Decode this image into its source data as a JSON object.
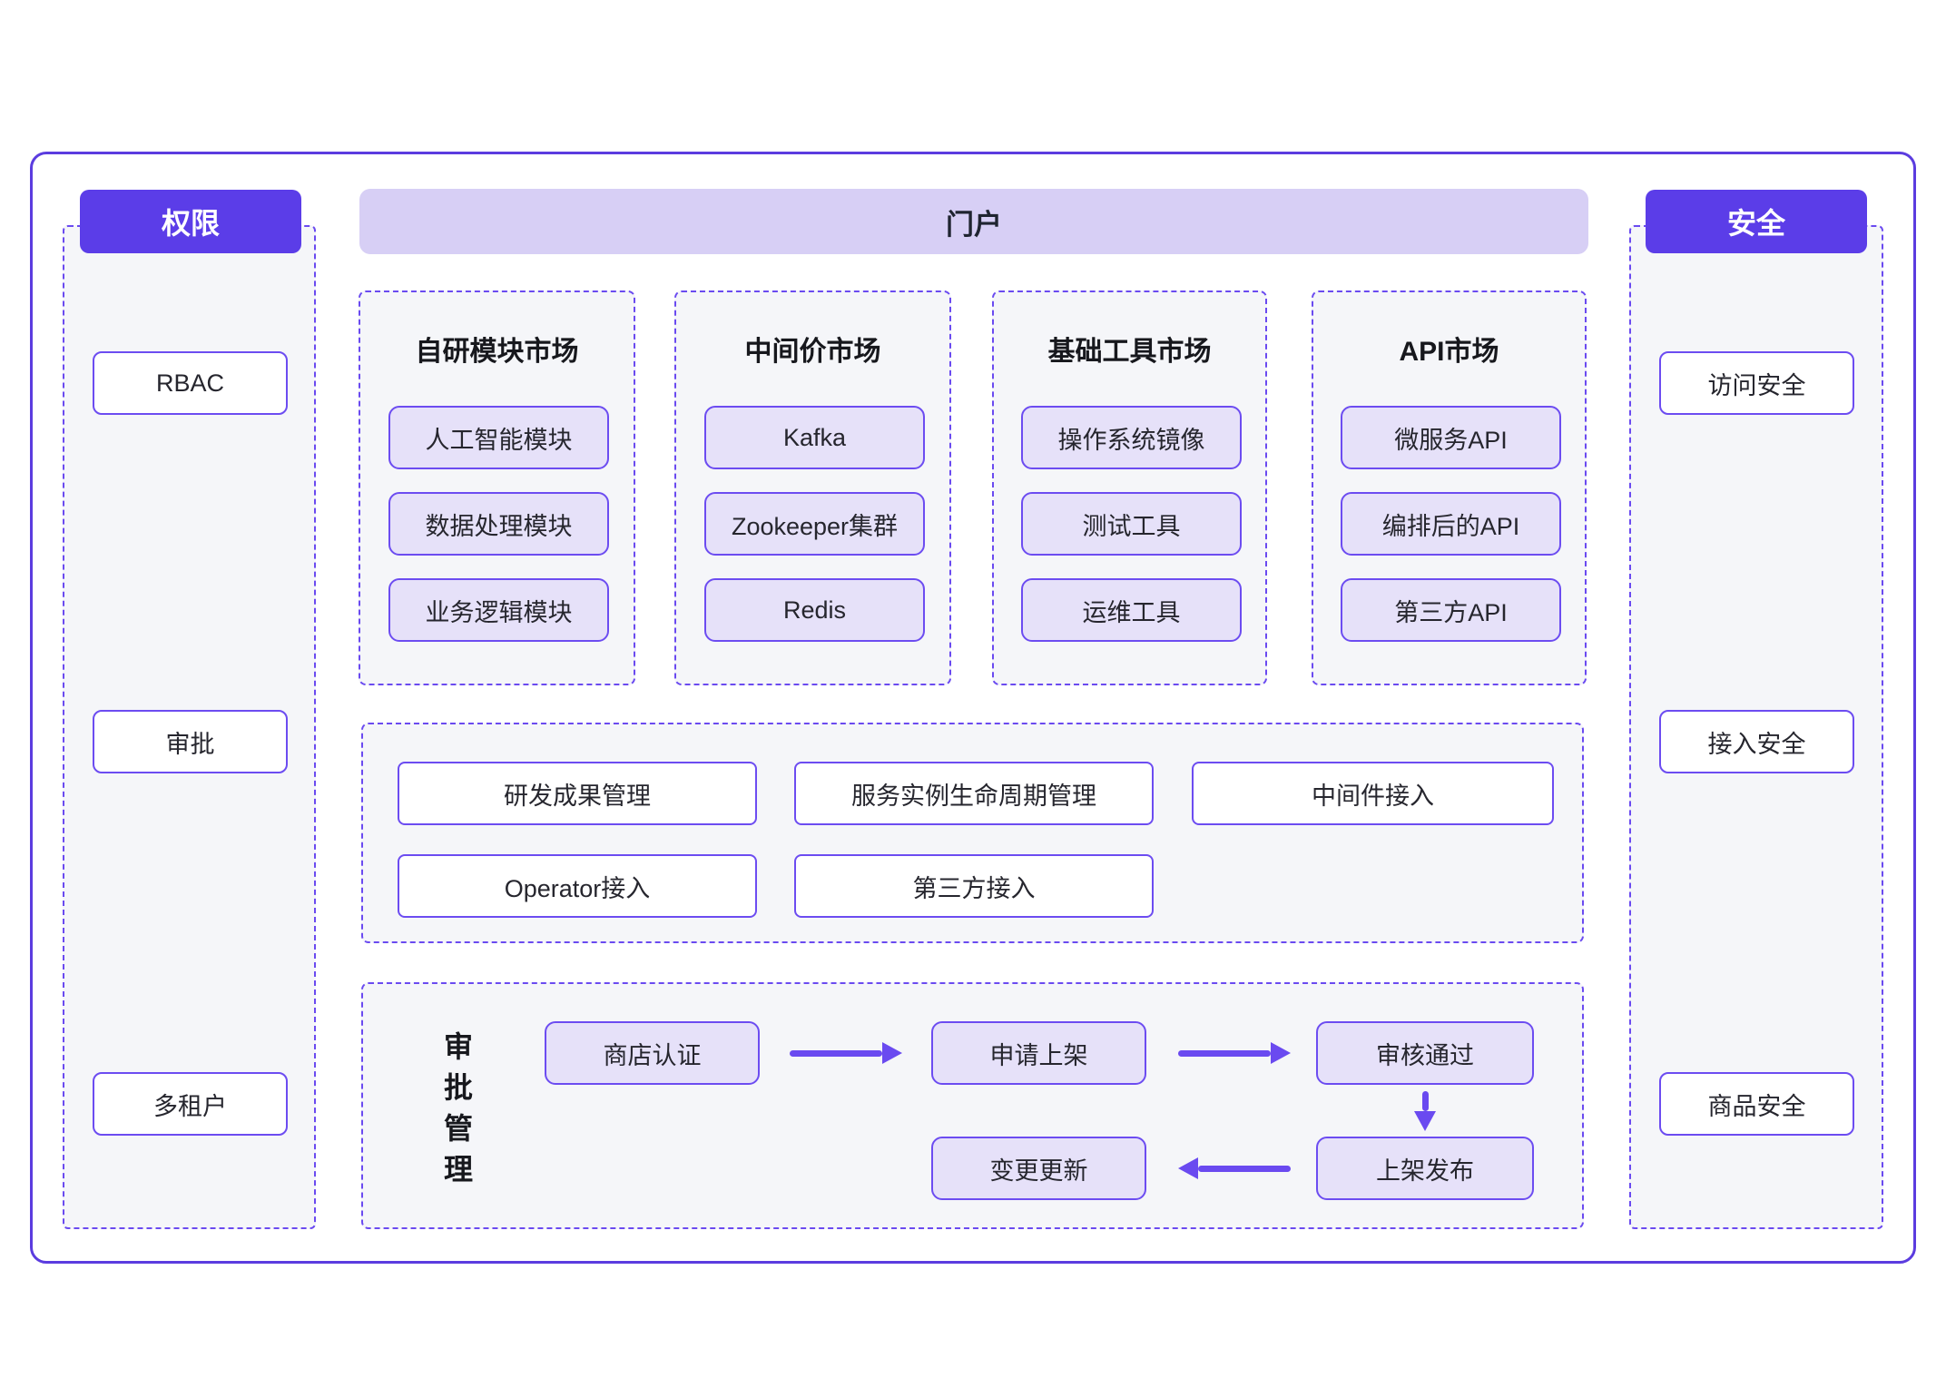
{
  "diagram": {
    "left_panel": {
      "header": "权限",
      "items": [
        "RBAC",
        "审批",
        "多租户"
      ]
    },
    "portal": {
      "header": "门户",
      "markets": [
        {
          "title": "自研模块市场",
          "items": [
            "人工智能模块",
            "数据处理模块",
            "业务逻辑模块"
          ]
        },
        {
          "title": "中间价市场",
          "items": [
            "Kafka",
            "Zookeeper集群",
            "Redis"
          ]
        },
        {
          "title": "基础工具市场",
          "items": [
            "操作系统镜像",
            "测试工具",
            "运维工具"
          ]
        },
        {
          "title": "API市场",
          "items": [
            "微服务API",
            "编排后的API",
            "第三方API"
          ]
        }
      ],
      "management": {
        "row1": [
          "研发成果管理",
          "服务实例生命周期管理",
          "中间件接入"
        ],
        "row2": [
          "Operator接入",
          "第三方接入"
        ]
      },
      "approval_flow": {
        "label": "审批管理",
        "steps": [
          "商店认证",
          "申请上架",
          "审核通过",
          "上架发布",
          "变更更新"
        ]
      }
    },
    "right_panel": {
      "header": "安全",
      "items": [
        "访问安全",
        "接入安全",
        "商品安全"
      ]
    },
    "colors": {
      "header_solid": "#5b3de8",
      "header_light": "#d7cff5",
      "node_fill": "#e6e1f9",
      "node_border": "#6c4cf1",
      "dashed_border": "#6a4af0",
      "section_bg": "#f5f6f9",
      "outer_border": "#5b3cdf",
      "text": "#17181d"
    }
  }
}
